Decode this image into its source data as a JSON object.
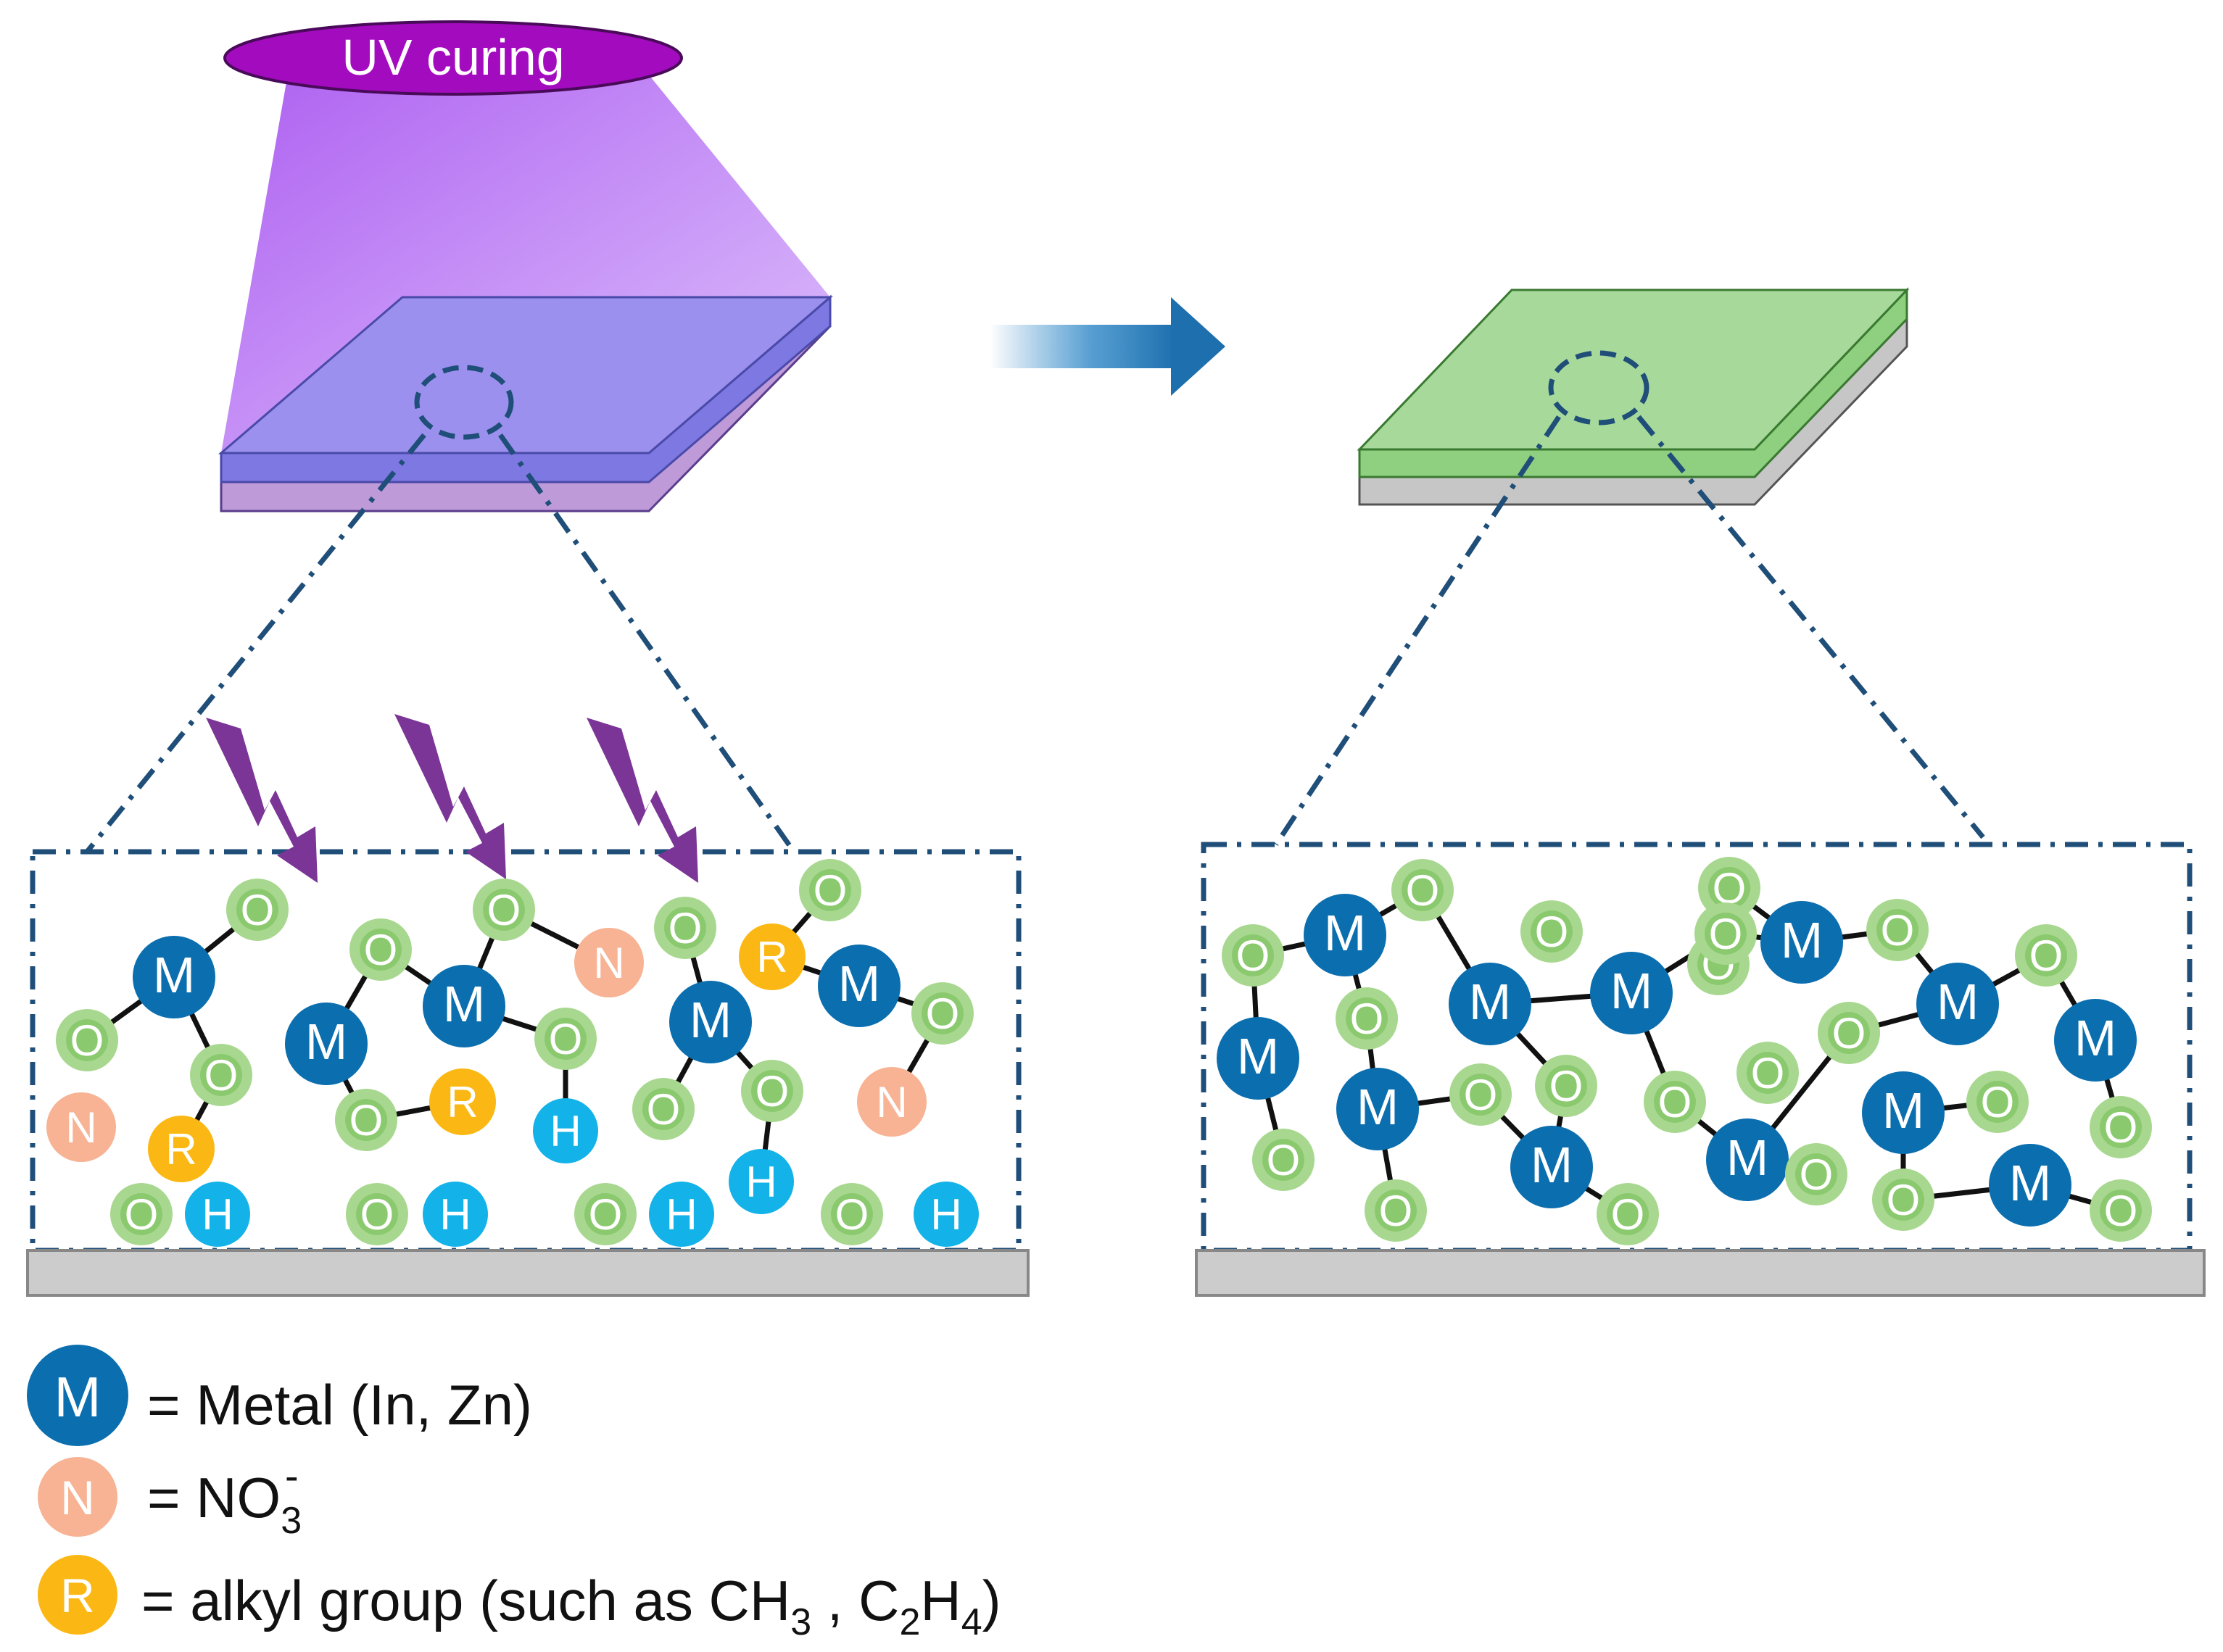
{
  "uv_label": "UV curing",
  "atoms": {
    "metal": "M",
    "oxygen": "O",
    "nitrate": "N",
    "alkyl": "R",
    "hydrogen": "H"
  },
  "legend": {
    "metal": "= Metal (In, Zn)",
    "nitrate": {
      "prefix": "= NO",
      "sub": "3",
      "sup": "-"
    },
    "alkyl": {
      "prefix": "= alkyl group (such as CH",
      "sub1": "3",
      "mid": " , C",
      "sub2": "2",
      "mid2": "H",
      "sub3": "4",
      "suffix": ")"
    }
  },
  "colors": {
    "metal": "#0b6eae",
    "oxygen_fill": "#a8d88f",
    "oxygen_text": "#ffffff",
    "nitrate": "#f7b394",
    "alkyl": "#fbb814",
    "hydrogen": "#13b2e8",
    "uv_pill": "#a30bbf",
    "uv_beam": "#b884f7",
    "film_before": "#9b90ee",
    "film_after": "#a7d99b",
    "substrate": "#cccccc",
    "lightning": "#7b3596",
    "dash_line": "#1f4e79"
  },
  "icons": {
    "lightning": "lightning-bolt-icon",
    "arrow": "right-arrow-icon"
  }
}
